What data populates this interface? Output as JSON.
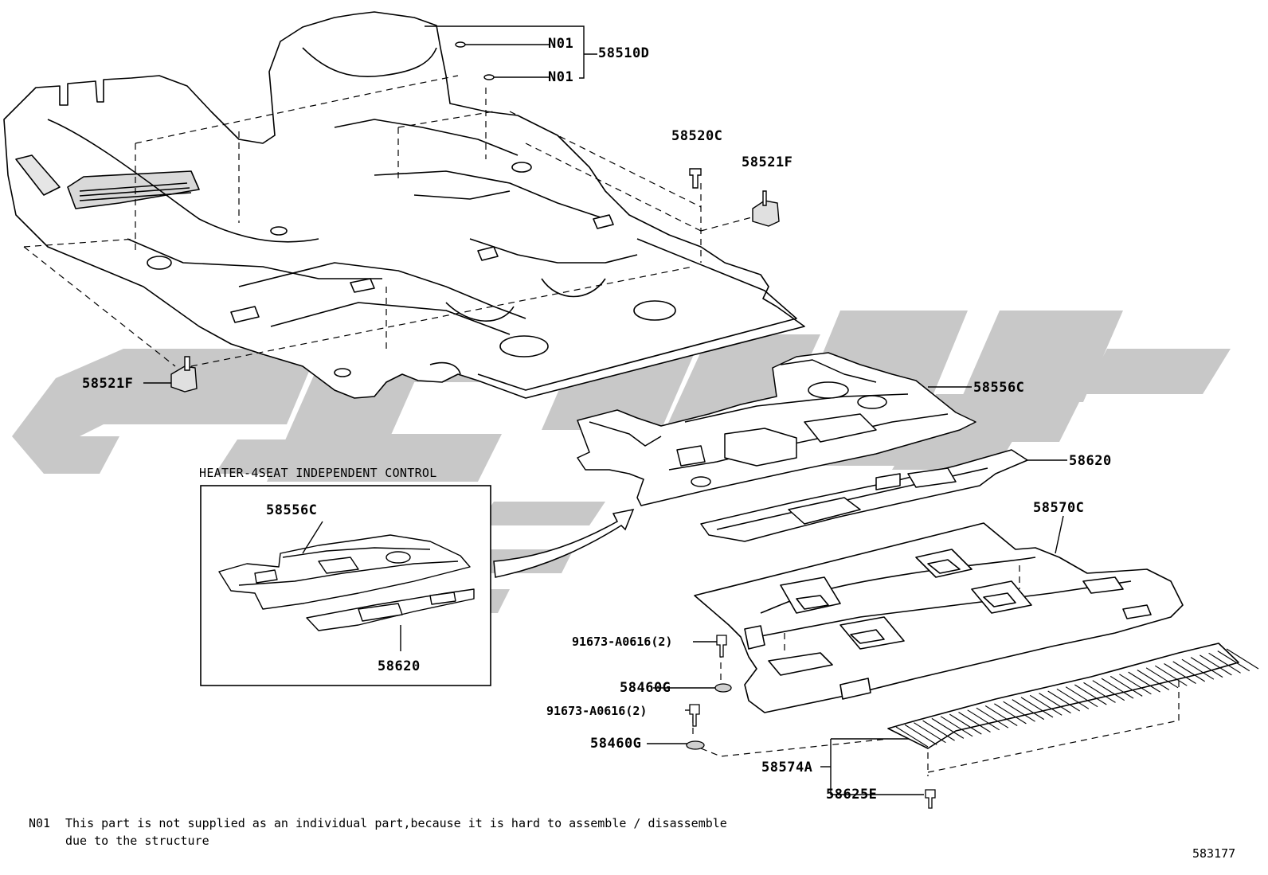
{
  "watermark_color": "#c8c8c8",
  "parts": {
    "n01_top": "N01",
    "n01_lower": "N01",
    "p58510D": "58510D",
    "p58520C": "58520C",
    "p58521F_top": "58521F",
    "p58521F_left": "58521F",
    "p58556C_main": "58556C",
    "p58620_main": "58620",
    "p58570C": "58570C",
    "bolt_upper": "91673-A0616(2)",
    "bolt_lower": "91673-A0616(2)",
    "p58460G_upper": "58460G",
    "p58460G_lower": "58460G",
    "p58574A": "58574A",
    "p58625E": "58625E"
  },
  "inset": {
    "title": "HEATER-4SEAT INDEPENDENT CONTROL",
    "p58556C": "58556C",
    "p58620": "58620"
  },
  "footnote": {
    "code": "N01",
    "line1": "This part is not supplied as an individual part,because it is hard to assemble / disassemble",
    "line2": "due to the structure"
  },
  "diagram_number": "583177"
}
